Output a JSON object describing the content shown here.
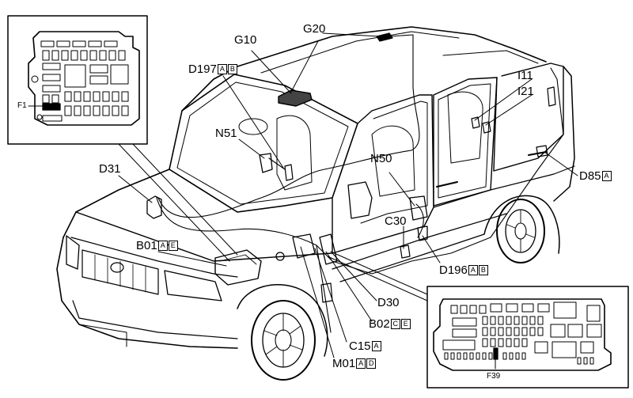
{
  "labels": {
    "g20": {
      "code": "G20",
      "tags": []
    },
    "g10": {
      "code": "G10",
      "tags": []
    },
    "d197": {
      "code": "D197",
      "tags": [
        "A",
        "B"
      ]
    },
    "n51": {
      "code": "N51",
      "tags": []
    },
    "d31": {
      "code": "D31",
      "tags": []
    },
    "b01": {
      "code": "B01",
      "tags": [
        "A",
        "E"
      ]
    },
    "i11": {
      "code": "I11",
      "tags": []
    },
    "i21": {
      "code": "I21",
      "tags": []
    },
    "n50": {
      "code": "N50",
      "tags": []
    },
    "d85": {
      "code": "D85",
      "tags": [
        "A"
      ]
    },
    "c30": {
      "code": "C30",
      "tags": []
    },
    "d196": {
      "code": "D196",
      "tags": [
        "A",
        "B"
      ]
    },
    "d30": {
      "code": "D30",
      "tags": []
    },
    "b02": {
      "code": "B02",
      "tags": [
        "C",
        "E"
      ]
    },
    "c15": {
      "code": "C15",
      "tags": [
        "A"
      ]
    },
    "m01": {
      "code": "M01",
      "tags": [
        "A",
        "D"
      ]
    },
    "f1": {
      "code": "F1",
      "tags": []
    },
    "f39": {
      "code": "F39",
      "tags": []
    }
  },
  "colors": {
    "line": "#000000",
    "background": "#ffffff"
  }
}
